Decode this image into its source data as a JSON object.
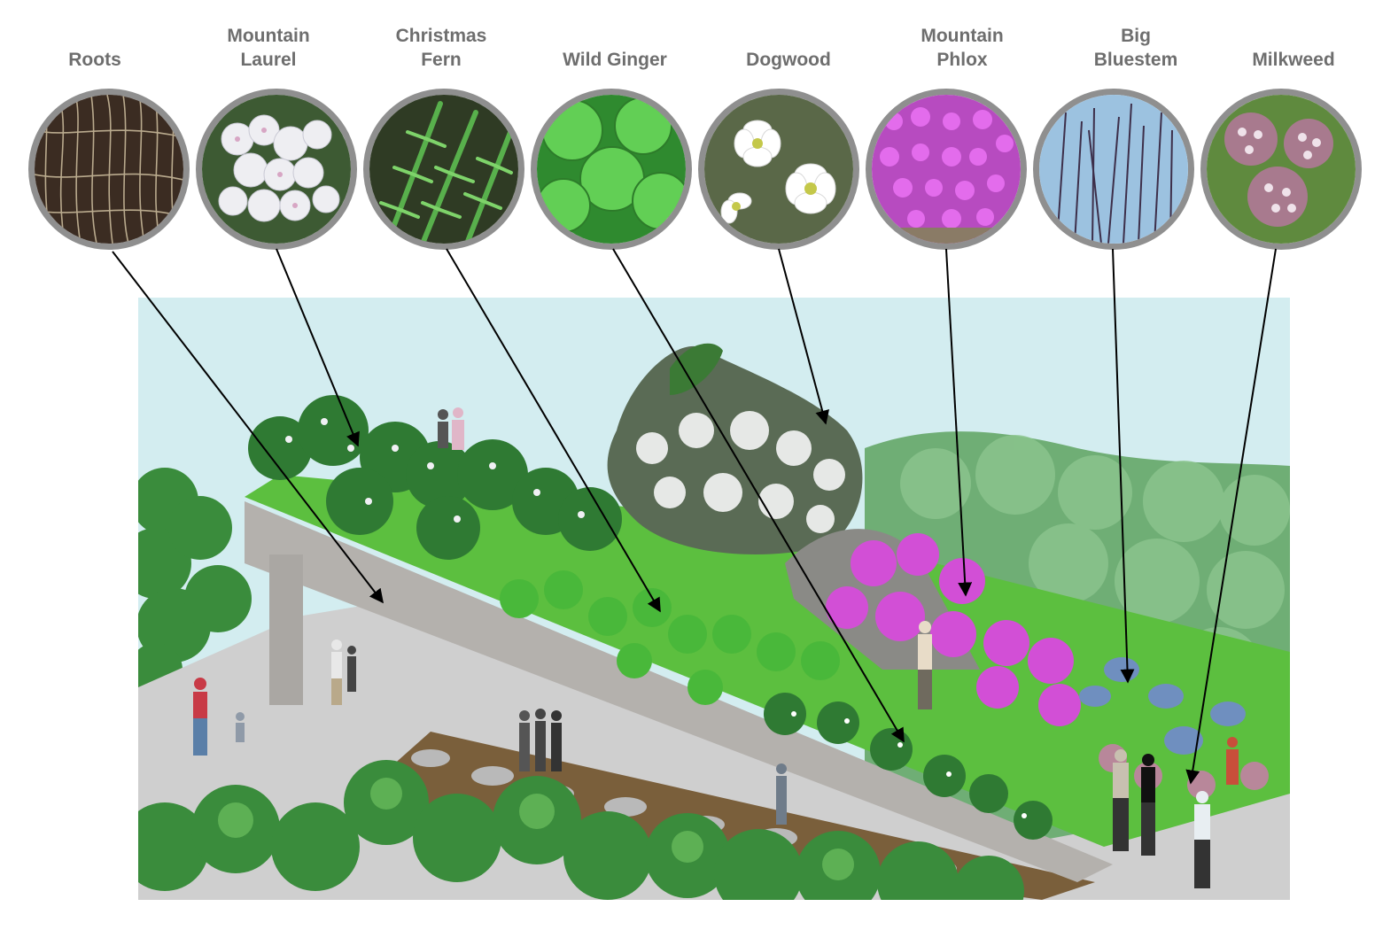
{
  "plants": [
    {
      "name": "Roots",
      "icon": "roots-photo-icon",
      "color": "#5a4636"
    },
    {
      "name": "Mountain\nLaurel",
      "icon": "mountain-laurel-photo-icon",
      "color": "#f4f4f6"
    },
    {
      "name": "Christmas\nFern",
      "icon": "christmas-fern-photo-icon",
      "color": "#3f8f3a"
    },
    {
      "name": "Wild Ginger",
      "icon": "wild-ginger-photo-icon",
      "color": "#4fbf4a"
    },
    {
      "name": "Dogwood",
      "icon": "dogwood-photo-icon",
      "color": "#ffffff"
    },
    {
      "name": "Mountain\nPhlox",
      "icon": "mountain-phlox-photo-icon",
      "color": "#d24fd6"
    },
    {
      "name": "Big\nBluestem",
      "icon": "big-bluestem-photo-icon",
      "color": "#6f8fbf"
    },
    {
      "name": "Milkweed",
      "icon": "milkweed-photo-icon",
      "color": "#b8879a"
    }
  ],
  "colors": {
    "label_text": "#6e6e6e",
    "circle_border": "#8f8f8f",
    "sky": "#d3edf0",
    "concrete": "#b4b1ad",
    "path": "#cfcfcf",
    "hill": "#6fae75",
    "leader": "#000000"
  }
}
